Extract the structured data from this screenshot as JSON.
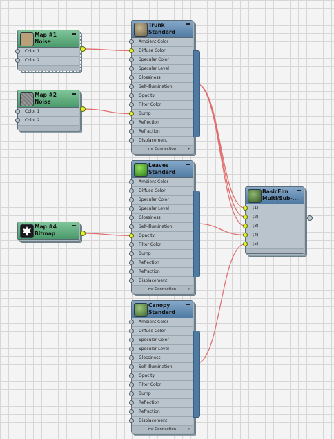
{
  "maps": [
    {
      "id": "map1",
      "title": "Map #1",
      "subtitle": "Noise",
      "slots": [
        "Color 1",
        "Color 2"
      ],
      "thumb_color": "#b8a079",
      "selected": true
    },
    {
      "id": "map2",
      "title": "Map #2",
      "subtitle": "Noise",
      "slots": [
        "Color 1",
        "Color 2"
      ],
      "thumb_color": "#8a8a8a",
      "selected": false
    },
    {
      "id": "map4",
      "title": "Map #4",
      "subtitle": "Bitmap",
      "slots": [],
      "thumb_color": "#1a1a1a",
      "selected": false
    }
  ],
  "materials": [
    {
      "id": "trunk",
      "title": "Trunk",
      "subtitle": "Standard",
      "thumb_color": "#8a7a60",
      "active_slots": [
        "Diffuse Color",
        "Bump"
      ]
    },
    {
      "id": "leaves",
      "title": "Leaves",
      "subtitle": "Standard",
      "thumb_color": "#3f9a2a",
      "active_slots": [
        "Opacity"
      ]
    },
    {
      "id": "canopy",
      "title": "Canopy",
      "subtitle": "Standard",
      "thumb_color": "#5c8a4a",
      "active_slots": []
    }
  ],
  "material_slots": [
    "Ambient Color",
    "Diffuse Color",
    "Specular Color",
    "Specular Level",
    "Glossiness",
    "Self-Illumination",
    "Opacity",
    "Filter Color",
    "Bump",
    "Reflection",
    "Refraction",
    "Displacement"
  ],
  "material_footer": "mr Connection",
  "multi": {
    "title": "BasicElm",
    "subtitle": "Multi/Sub-...",
    "slots": [
      "(1)",
      "(2)",
      "(3)",
      "(4)",
      "(5)"
    ],
    "thumb_color": "#4d7a3a"
  },
  "colors": {
    "wire": "#e07070",
    "socket_active": "#dff42a",
    "map_header": "#5aaa78",
    "material_header": "#5f88ae"
  }
}
